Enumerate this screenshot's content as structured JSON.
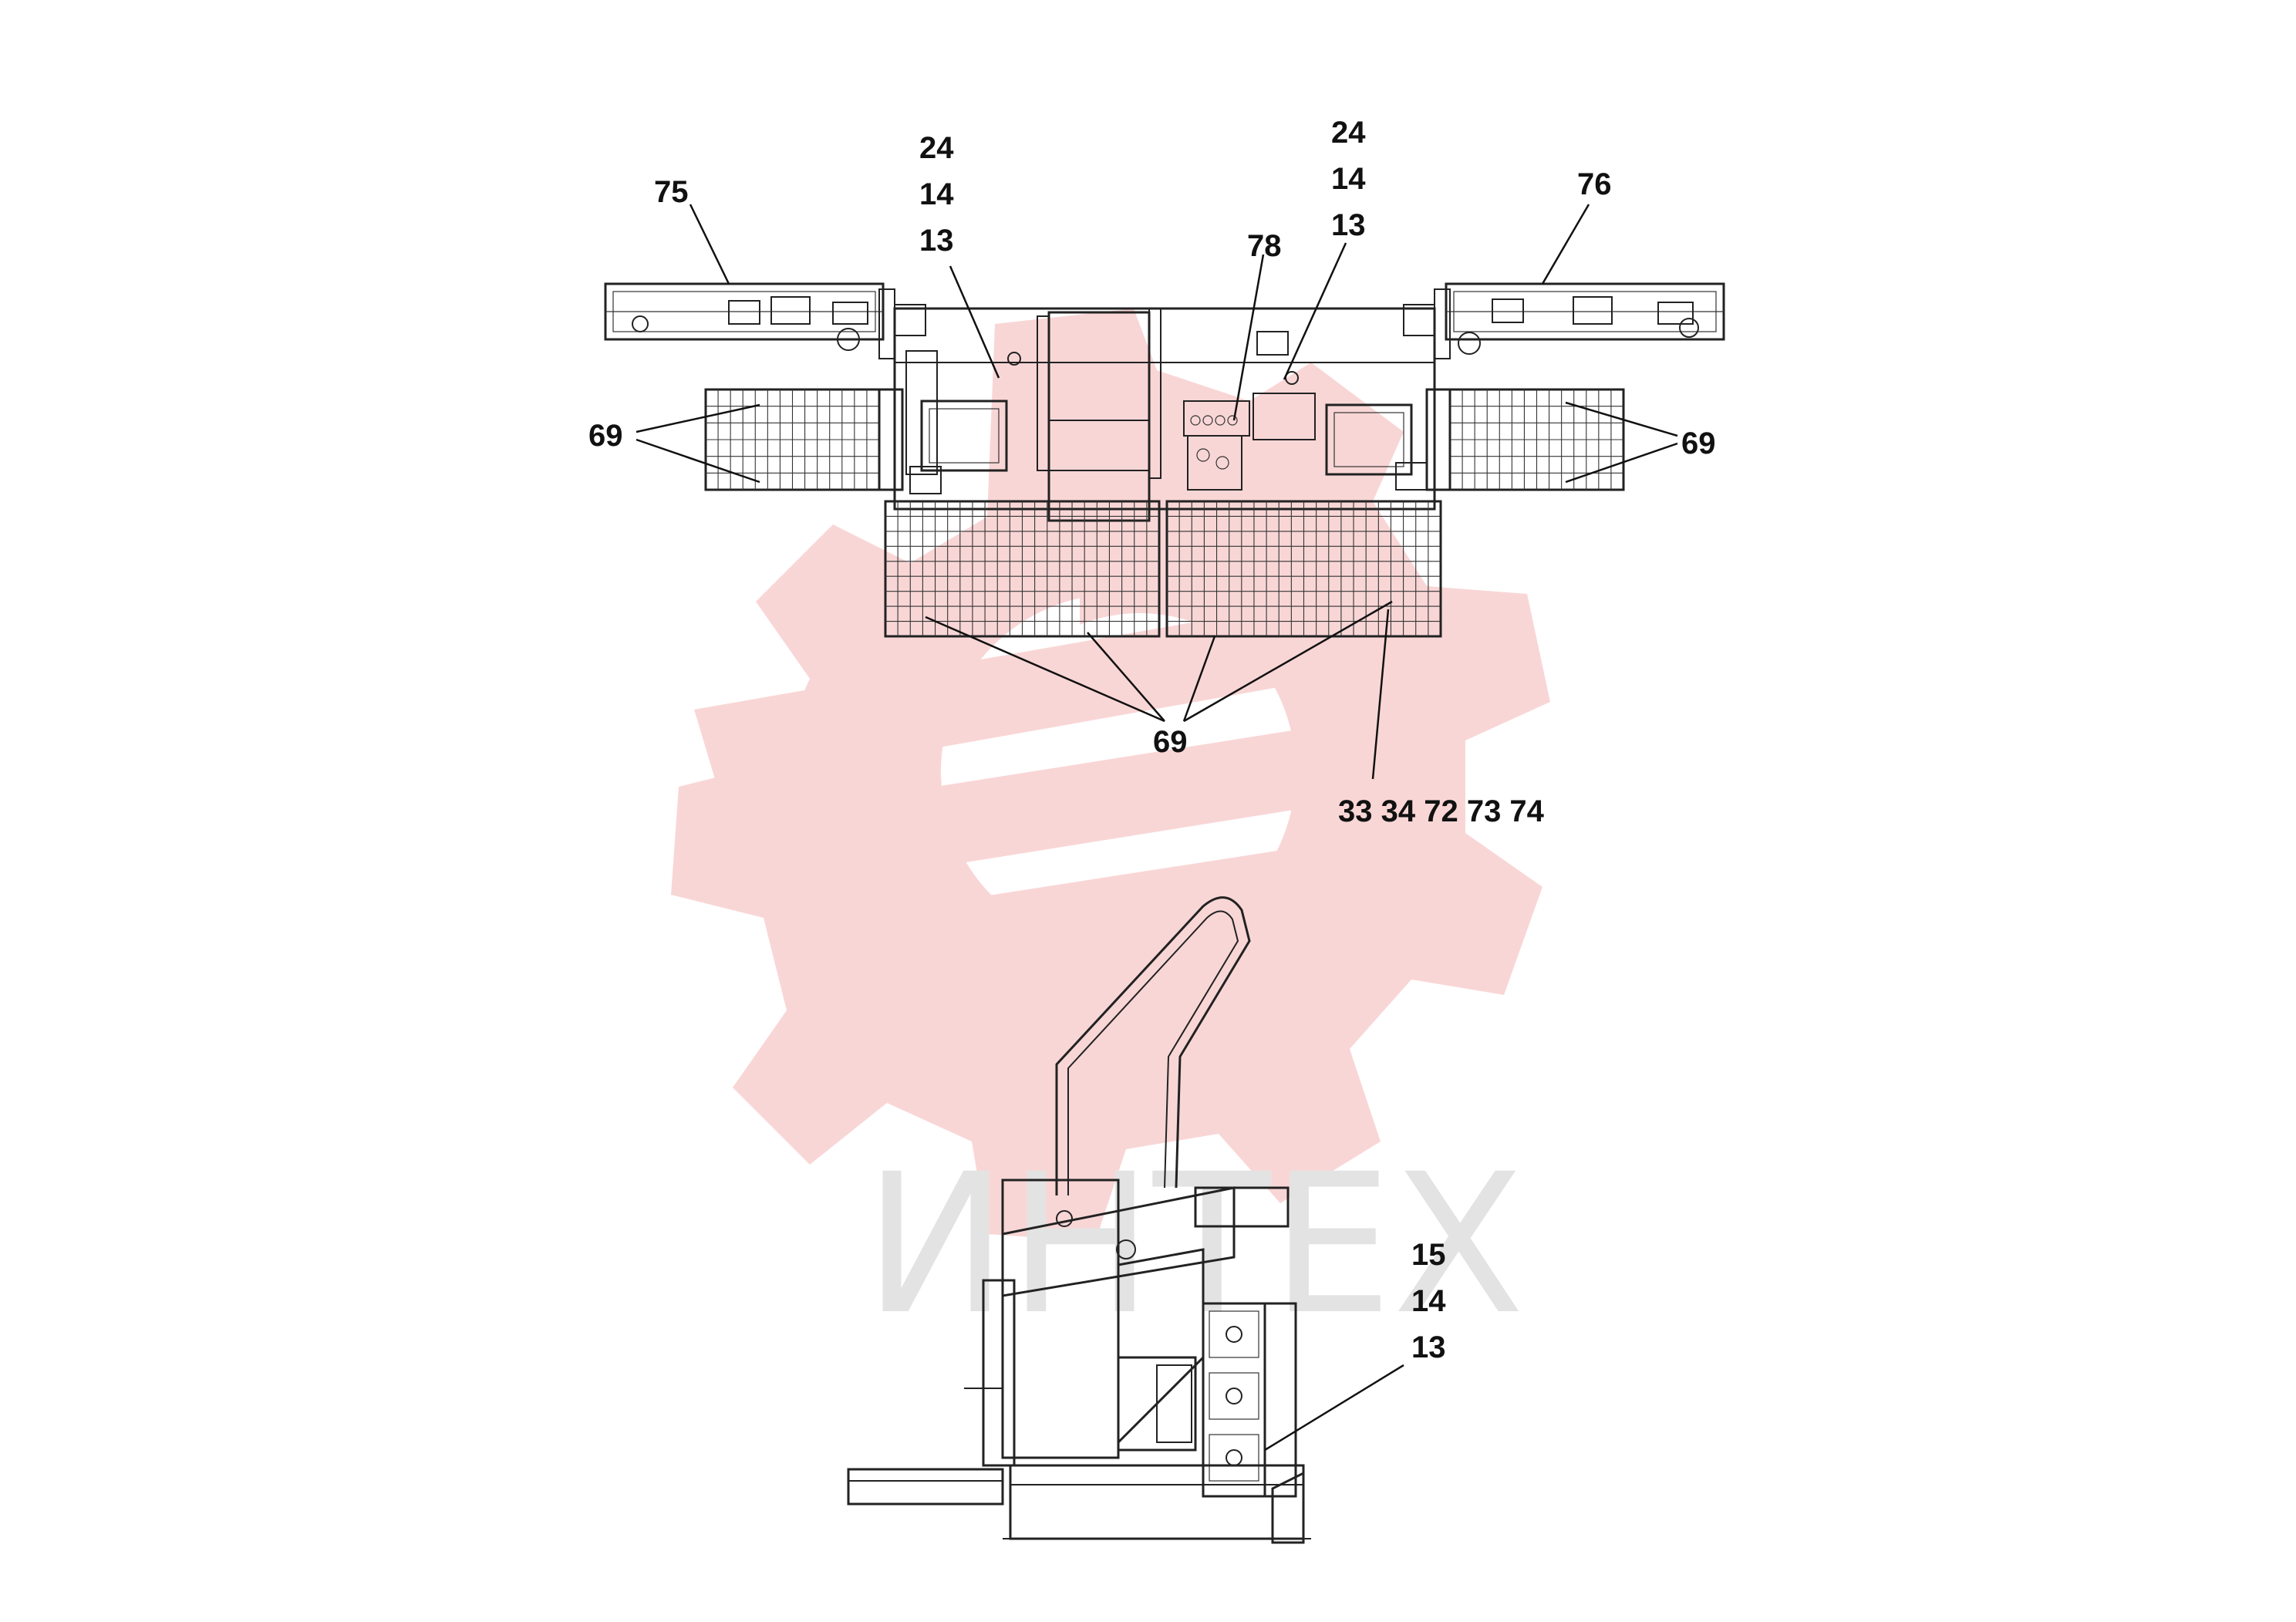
{
  "watermark": {
    "text": "ИНТЕХ",
    "color": "#e3e3e3",
    "logo_color": "#f9d6d6"
  },
  "callouts": {
    "c75": "75",
    "c76": "76",
    "c78": "78",
    "stack_left": [
      "24",
      "14",
      "13"
    ],
    "stack_right": [
      "24",
      "14",
      "13"
    ],
    "c69_left": "69",
    "c69_right": "69",
    "c69_bottom": "69",
    "parts_row": "33 34 72 73 74",
    "stack_side": [
      "15",
      "14",
      "13"
    ]
  }
}
